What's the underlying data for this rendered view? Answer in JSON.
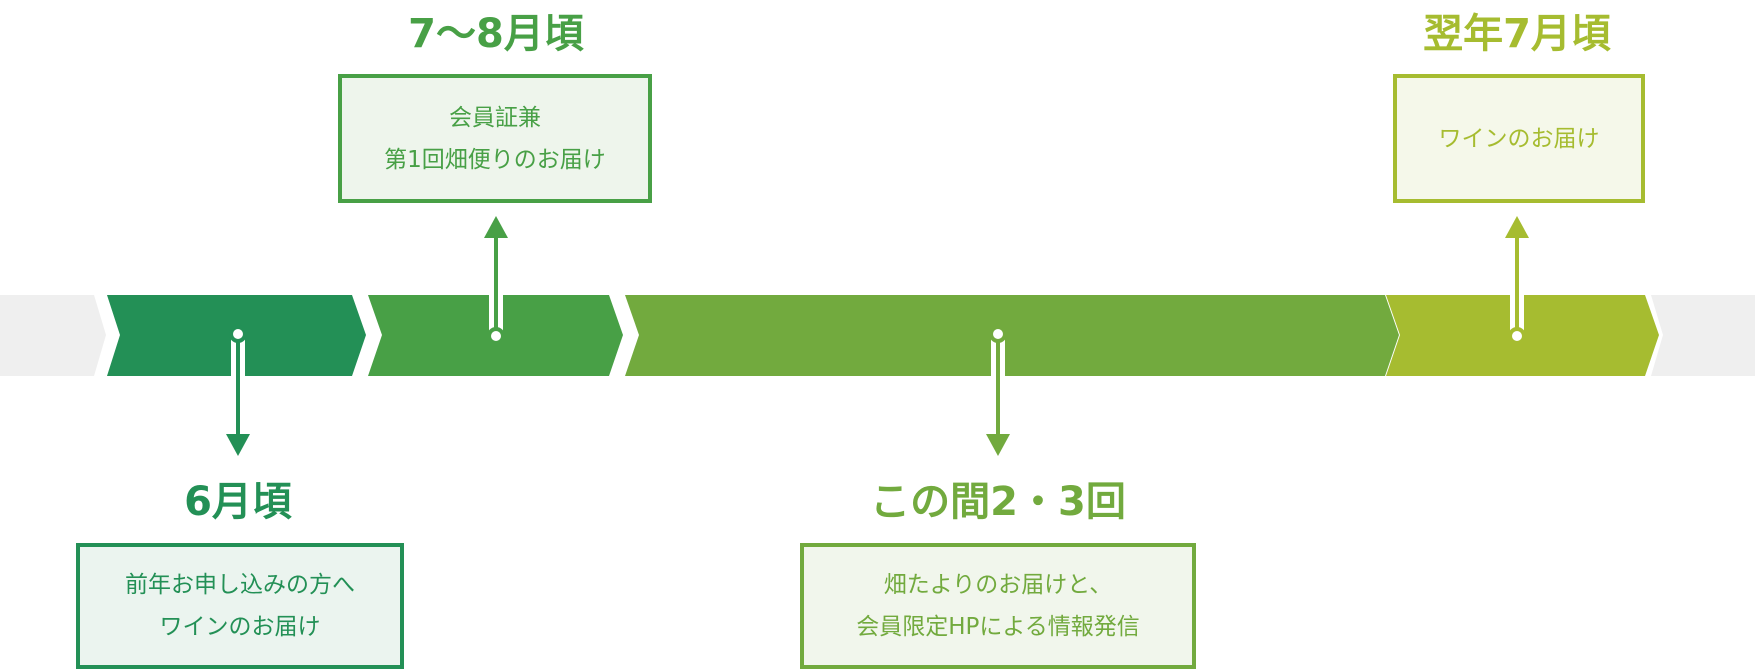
{
  "colors": {
    "seg1": "#239056",
    "seg2": "#48a046",
    "seg3": "#72aa3e",
    "seg4": "#a6bc30",
    "track": "#efefef"
  },
  "milestones": [
    {
      "id": "m1",
      "label": "6月頃",
      "lines": [
        "前年お申し込みの方へ",
        "ワインのお届け"
      ],
      "color": "#239056"
    },
    {
      "id": "m2",
      "label": "7〜8月頃",
      "lines": [
        "会員証兼",
        "第1回畑便りのお届け"
      ],
      "color": "#48a046"
    },
    {
      "id": "m3",
      "label": "この間2・3回",
      "lines": [
        "畑たよりのお届けと、",
        "会員限定HPによる情報発信"
      ],
      "color": "#72aa3e"
    },
    {
      "id": "m4",
      "label": "翌年7月頃",
      "lines": [
        "ワインのお届け"
      ],
      "color": "#a6bc30"
    }
  ]
}
